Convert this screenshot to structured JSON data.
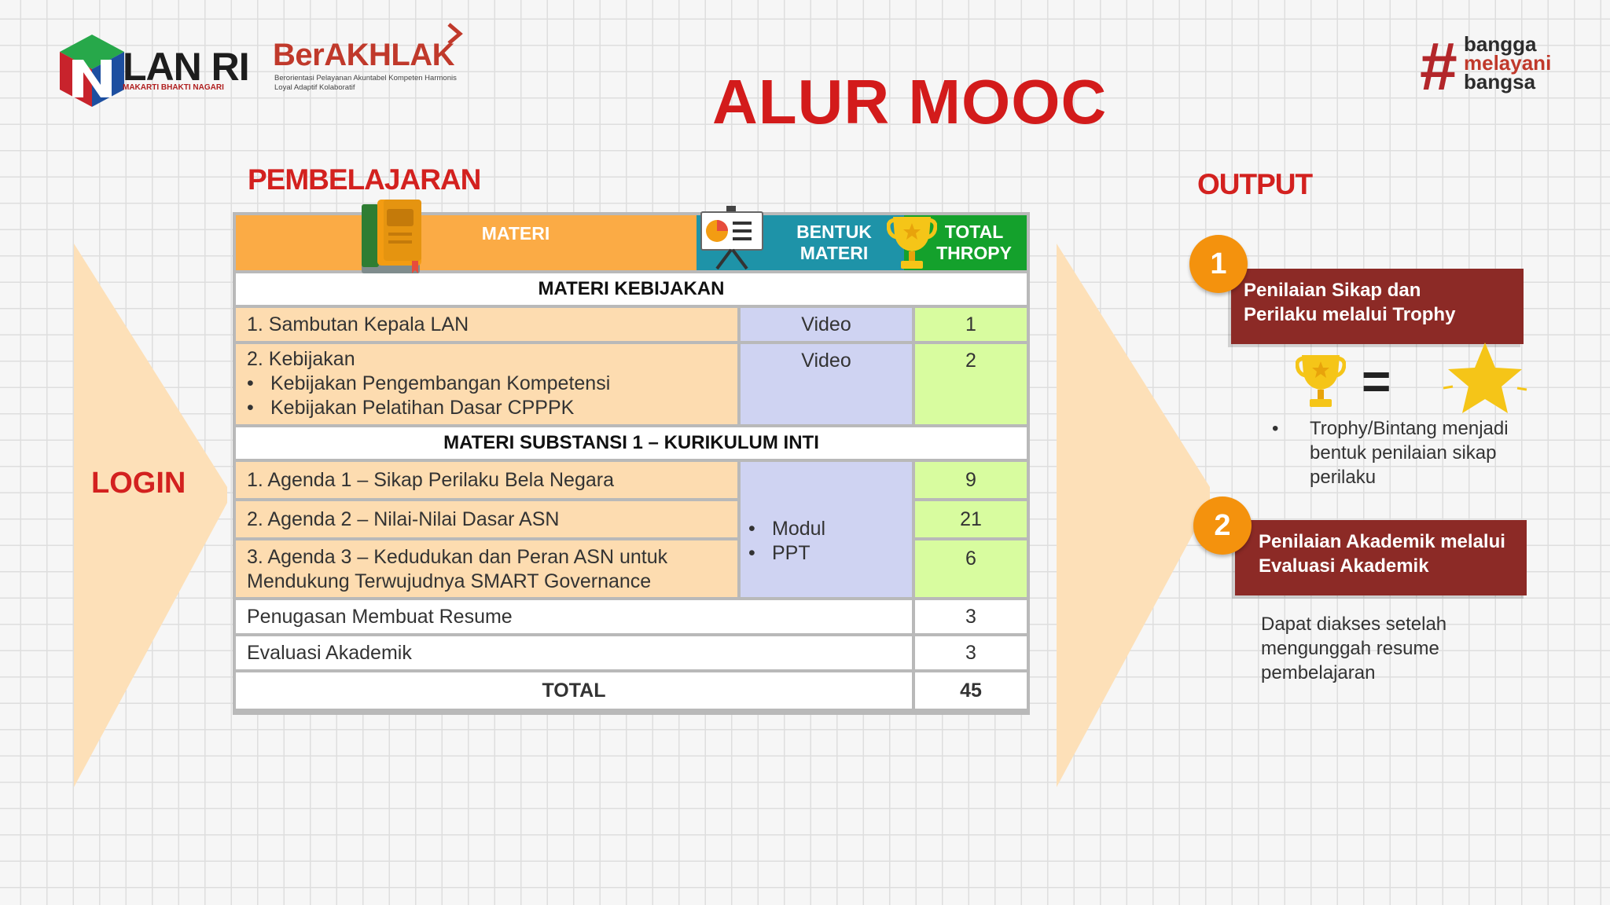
{
  "header": {
    "lan_logo": {
      "name": "LAN RI",
      "tagline": "MAKARTI BHAKTI NAGARI"
    },
    "berakhlak_logo": {
      "name": "BerAKHLAK",
      "tagline": "Berorientasi Pelayanan Akuntabel Kompeten Harmonis Loyal Adaptif Kolaboratif"
    },
    "bangga_logo": {
      "symbol": "#",
      "words": [
        "bangga",
        "melayani",
        "bangsa"
      ]
    },
    "title": "ALUR MOOC"
  },
  "sections": {
    "learning": "PEMBELAJARAN",
    "output": "OUTPUT",
    "login": "LOGIN"
  },
  "table": {
    "headers": {
      "materi": "MATERI",
      "bentuk": [
        "BENTUK",
        "MATERI"
      ],
      "total": [
        "TOTAL",
        "THROPY"
      ]
    },
    "section1": "MATERI KEBIJAKAN",
    "row1": {
      "materi": "1. Sambutan Kepala LAN",
      "bentuk": "Video",
      "total": "1"
    },
    "row2": {
      "materi": "2. Kebijakan",
      "bullets": [
        "Kebijakan Pengembangan Kompetensi",
        "Kebijakan Pelatihan Dasar CPPPK"
      ],
      "bentuk": "Video",
      "total": "2"
    },
    "section2": "MATERI SUBSTANSI 1 – KURIKULUM INTI",
    "row3": {
      "materi": "1. Agenda 1 – Sikap Perilaku Bela Negara",
      "total": "9"
    },
    "row4": {
      "materi": "2. Agenda 2 – Nilai-Nilai Dasar ASN",
      "total": "21"
    },
    "row5": {
      "materi": [
        "3. Agenda 3 – Kedudukan dan Peran ASN untuk",
        "Mendukung Terwujudnya SMART Governance"
      ],
      "total": "6"
    },
    "bentuk_group": [
      "Modul",
      "PPT"
    ],
    "row6": {
      "materi": "Penugasan Membuat Resume",
      "total": "3"
    },
    "row7": {
      "materi": "Evaluasi Akademik",
      "total": "3"
    },
    "total_row": {
      "label": "TOTAL",
      "value": "45"
    }
  },
  "output": {
    "item1": {
      "number": "1",
      "title": [
        "Penilaian Sikap dan",
        "Perilaku melalui Trophy"
      ],
      "equals": "=",
      "bullet": [
        "Trophy/Bintang menjadi",
        "bentuk penilaian sikap",
        "perilaku"
      ]
    },
    "item2": {
      "number": "2",
      "title": [
        "Penilaian Akademik melalui",
        "Evaluasi Akademik"
      ],
      "desc": [
        "Dapat diakses setelah",
        "mengunggah resume",
        "pembelajaran"
      ]
    }
  },
  "colors": {
    "title_red": "#d31b1b",
    "orange": "#fbab45",
    "teal": "#1e93a8",
    "green": "#14a12c",
    "maroon": "#8c2a26",
    "peach": "#fddcb0",
    "lavender": "#cfd3f2",
    "lime": "#d8fc9f",
    "circle_orange": "#f4920d"
  },
  "icons": [
    "lan-cube-logo-icon",
    "berakhlak-chevron-icon",
    "book-icon",
    "presentation-board-icon",
    "trophy-icon",
    "star-icon"
  ]
}
